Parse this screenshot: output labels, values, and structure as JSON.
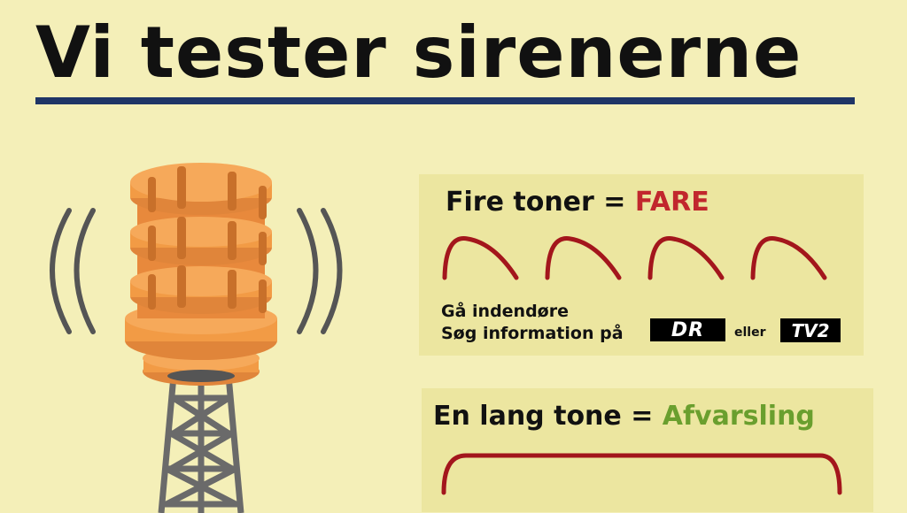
{
  "title": "Vi tester sirenerne",
  "card1": {
    "heading_prefix": "Fire toner = ",
    "heading_highlight": "FARE",
    "line1": "Gå indendøre",
    "line2": "Søg information på",
    "logo_dr": "DR",
    "eller": "eller",
    "logo_tv2": "TV2"
  },
  "card2": {
    "heading_prefix": "En lang tone = ",
    "heading_highlight": "Afvarsling"
  },
  "colors": {
    "background": "#f4efb8",
    "card": "#ece6a0",
    "rule": "#1f3566",
    "danger": "#c1272d",
    "all_clear": "#6a9f2e",
    "siren_orange": "#f29b45"
  }
}
